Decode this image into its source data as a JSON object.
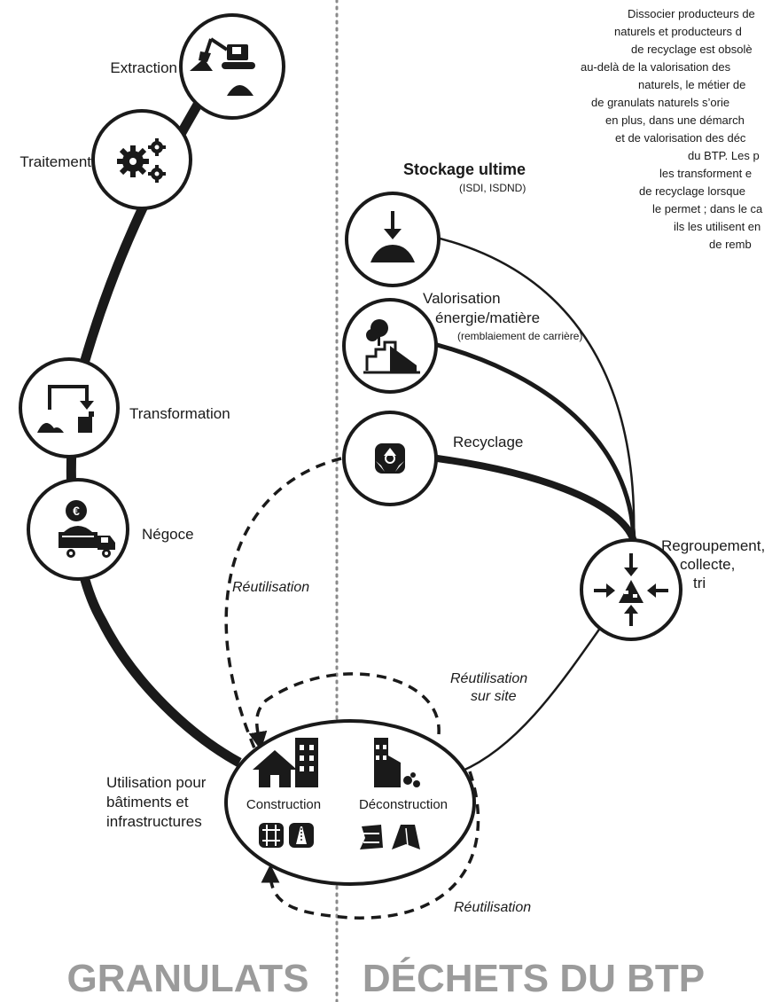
{
  "intro_note": {
    "lines": [
      "Dissocier producteurs de",
      "naturels et producteurs d",
      "de recyclage est obsolè",
      "au-delà de la valorisation des",
      "naturels, le métier de",
      "de granulats naturels s’orie",
      "en plus, dans une démarch",
      "et de valorisation des déc",
      "du BTP. Les p",
      "les transforment e",
      "de recyclage lorsque",
      "le permet ; dans le ca",
      "ils les utilisent en",
      "de remb"
    ]
  },
  "left_steps": {
    "extraction": "Extraction",
    "traitement": "Traitement",
    "transformation": "Transformation",
    "negoce": "Négoce"
  },
  "right_steps": {
    "stockage_title": "Stockage ultime",
    "stockage_sub": "(ISDI, ISDND)",
    "valorisation_line1": "Valorisation",
    "valorisation_line2": "énergie/matière",
    "valorisation_sub": "(remblaiement de carrière)",
    "recyclage": "Recyclage",
    "regroupement_line1": "Regroupement,",
    "regroupement_line2": "collecte,",
    "regroupement_line3": "tri"
  },
  "flows": {
    "reutilisation_left": "Réutilisation",
    "reutilisation_site_line1": "Réutilisation",
    "reutilisation_site_line2": "sur site",
    "reutilisation_bottom": "Réutilisation"
  },
  "usage": {
    "label_line1": "Utilisation pour",
    "label_line2": "bâtiments et",
    "label_line3": "infrastructures",
    "construction": "Construction",
    "deconstruction": "Déconstruction"
  },
  "footer": {
    "left_title": "GRANULATS",
    "right_title": "DÉCHETS DU BTP"
  },
  "icons": {
    "extraction": "excavator-icon",
    "traitement": "gears-icon",
    "transformation": "transformation-icon",
    "negoce": "truck-icon",
    "stockage": "landfill-icon",
    "valorisation": "quarry-backfill-icon",
    "recyclage": "recycle-icon",
    "regroupement": "converging-arrows-icon"
  }
}
